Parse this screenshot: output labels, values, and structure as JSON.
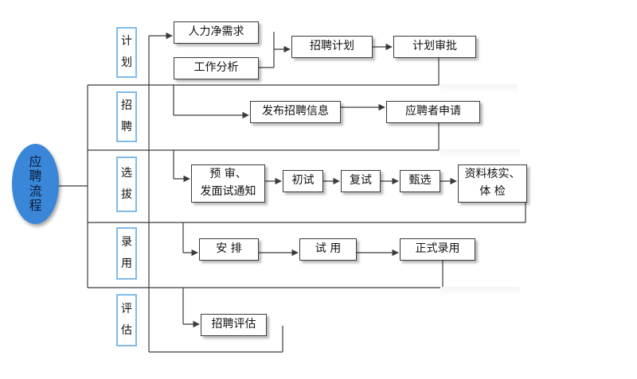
{
  "title_chars": [
    "应",
    "聘",
    "流",
    "程"
  ],
  "stages": [
    {
      "name": "stage-plan",
      "chars": [
        "计",
        "划"
      ]
    },
    {
      "name": "stage-recruit",
      "chars": [
        "招",
        "聘"
      ]
    },
    {
      "name": "stage-select",
      "chars": [
        "选",
        "拔"
      ]
    },
    {
      "name": "stage-hire",
      "chars": [
        "录",
        "用"
      ]
    },
    {
      "name": "stage-evaluate",
      "chars": [
        "评",
        "估"
      ]
    }
  ],
  "nodes": {
    "manpower_demand": "人力净需求",
    "job_analysis": "工作分析",
    "recruit_plan": "招聘计划",
    "plan_approval": "计划审批",
    "publish_info": "发布招聘信息",
    "applicant_apply": "应聘者申请",
    "prescreen_line1": "预 审、",
    "prescreen_line2": "发面试通知",
    "first_interview": "初试",
    "second_interview": "复试",
    "final_select": "甄选",
    "verify_line1": "资料核实、",
    "verify_line2": "体 检",
    "arrange": "安 排",
    "trial": "试 用",
    "formal_hire": "正式录用",
    "recruit_evaluation": "招聘评估"
  },
  "colors": {
    "title_oval": "#3a86d8",
    "stage_border": "#7fbbea",
    "node_border": "#3a3a3a",
    "connector": "#3a3a3a"
  }
}
